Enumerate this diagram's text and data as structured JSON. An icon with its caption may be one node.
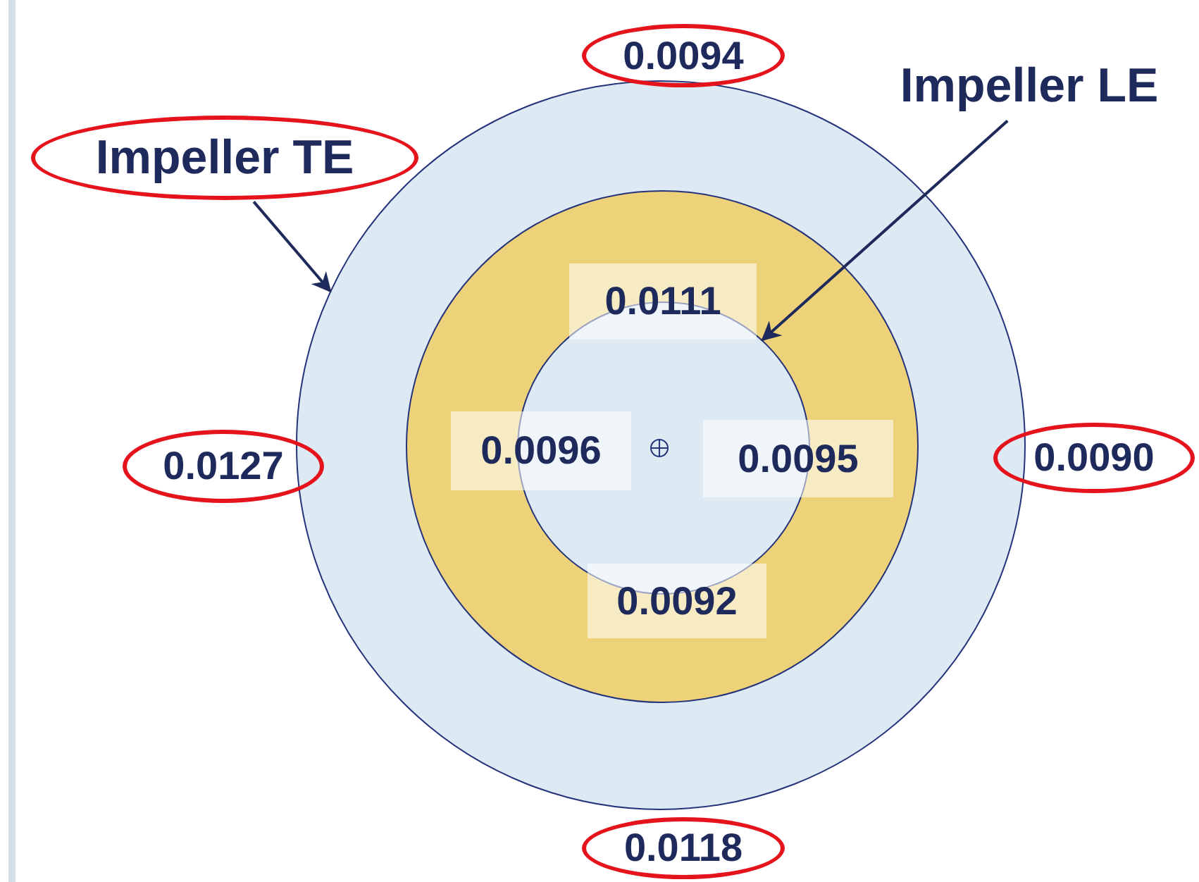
{
  "diagram": {
    "nodes": [
      {
        "text": [],
        "shape": "circle"
      },
      {
        "text": [],
        "shape": "circle",
        "in": 0
      },
      {
        "text": [],
        "shape": "circle",
        "in": 1
      },
      {
        "text": [
          "Impeller TE"
        ]
      },
      {
        "text": [
          "Impeller LE"
        ]
      },
      {
        "text": [
          "0.0094"
        ]
      },
      {
        "text": [
          "0.0111"
        ],
        "in": 1
      },
      {
        "text": [
          "0.0127"
        ]
      },
      {
        "text": [
          "0.0096"
        ],
        "in": 1
      },
      {
        "text": [
          "0.0095"
        ],
        "in": 1
      },
      {
        "text": [
          "0.0090"
        ]
      },
      {
        "text": [
          "0.0092"
        ],
        "in": 1
      },
      {
        "text": [
          "0.0118"
        ]
      }
    ],
    "edges": [
      {
        "from": 3,
        "to": 0,
        "arrow": "to"
      },
      {
        "from": 4,
        "to": 2,
        "arrow": "to"
      }
    ]
  }
}
